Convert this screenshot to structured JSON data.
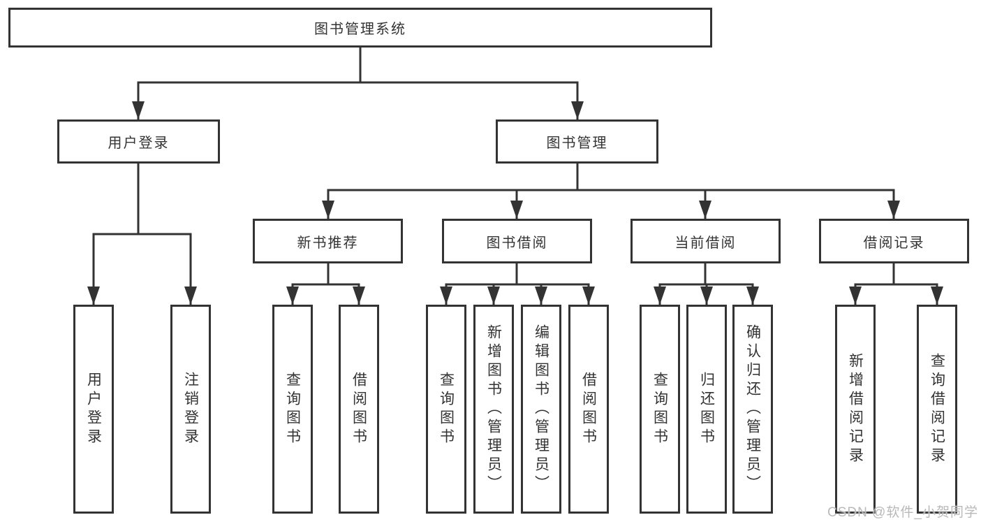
{
  "diagram": {
    "type": "hierarchy-tree",
    "tree": {
      "label": "图书管理系统",
      "children": [
        {
          "label": "用户登录",
          "children": [
            {
              "label": "用户登录"
            },
            {
              "label": "注销登录"
            }
          ]
        },
        {
          "label": "图书管理",
          "children": [
            {
              "label": "新书推荐",
              "children": [
                {
                  "label": "查询图书"
                },
                {
                  "label": "借阅图书"
                }
              ]
            },
            {
              "label": "图书借阅",
              "children": [
                {
                  "label": "查询图书"
                },
                {
                  "label": "新增图书（管理员）"
                },
                {
                  "label": "编辑图书（管理员）"
                },
                {
                  "label": "借阅图书"
                }
              ]
            },
            {
              "label": "当前借阅",
              "children": [
                {
                  "label": "查询图书"
                },
                {
                  "label": "归还图书"
                },
                {
                  "label": "确认归还（管理员）"
                }
              ]
            },
            {
              "label": "借阅记录",
              "children": [
                {
                  "label": "新增借阅记录"
                },
                {
                  "label": "查询借阅记录"
                }
              ]
            }
          ]
        }
      ]
    }
  },
  "watermark": {
    "text": "CSDN @软件_小贺同学"
  },
  "colors": {
    "line": "#333333",
    "box_border": "#333333",
    "text": "#333333",
    "background": "#ffffff",
    "watermark": "#b9b9b9"
  }
}
